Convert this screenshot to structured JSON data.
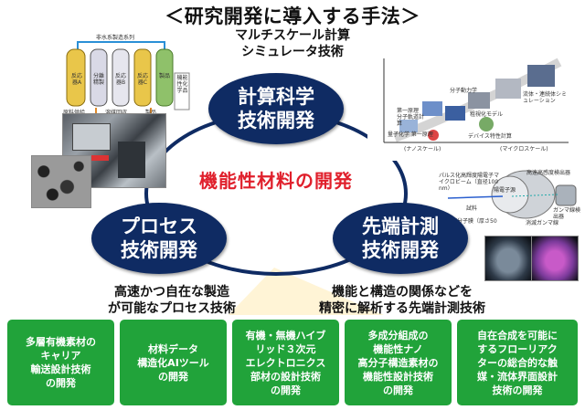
{
  "title": "＜研究開発に導入する手法＞",
  "top_caption": [
    "マルチスケール計算",
    "シミュレータ技術"
  ],
  "ovals": {
    "compute": [
      "計算科学",
      "技術開発"
    ],
    "process": [
      "プロセス",
      "技術開発"
    ],
    "measure": [
      "先端計測",
      "技術開発"
    ]
  },
  "center_title": "機能性材料の開発",
  "left_caption": [
    "高速かつ自在な製造",
    "が可能なプロセス技術"
  ],
  "right_caption": [
    "機能と構造の関係などを",
    "精密に解析する先端計測技術"
  ],
  "boxes": [
    [
      "多層有機素材の",
      "キャリア",
      "輸送設計技術",
      "の開発"
    ],
    [
      "材料データ",
      "構造化AIツール",
      "の開発"
    ],
    [
      "有機・無機ハイブ",
      "リッド３次元",
      "エレクトロニクス",
      "部材の設計技術",
      "の開発"
    ],
    [
      "多成分組成の",
      "機能性ナノ",
      "高分子構造素材の",
      "機能性設計技術",
      "の開発"
    ],
    [
      "自在合成を可能に",
      "するフローリアク",
      "ターの総合的な触",
      "媒・流体界面設計",
      "技術の開発"
    ]
  ],
  "figure_labels": {
    "flow_title": "非水系製造系列",
    "flow_side": "機能性化学品",
    "flow_cells": [
      "反応器A",
      "分離精製",
      "反応器B",
      "反応器C",
      "製品"
    ],
    "flow_bottom": [
      "原料供給",
      "溶媒回収",
      "製品"
    ],
    "sim_labels": [
      "分子動力学",
      "流体・連続体シミュレーション",
      "第一原理 分子軌道計算",
      "粗視化モデル",
      "量子化学 第一原理",
      "デバイス特性計算",
      "(ナノスケール)",
      "(マイクロスケール)"
    ],
    "meas_labels": [
      "パルス化高輝度陽電子マイクロビーム（直径100 nm）",
      "陽電子源",
      "高速高感度検出器",
      "試料",
      "ガンマ線検出器",
      "消滅ガンマ線",
      "高分子膜（厚さ50 nm）"
    ]
  },
  "colors": {
    "oval": "#0f2b63",
    "center_title": "#e0202c",
    "box": "#21a33a",
    "ring": "#0f2b63"
  }
}
